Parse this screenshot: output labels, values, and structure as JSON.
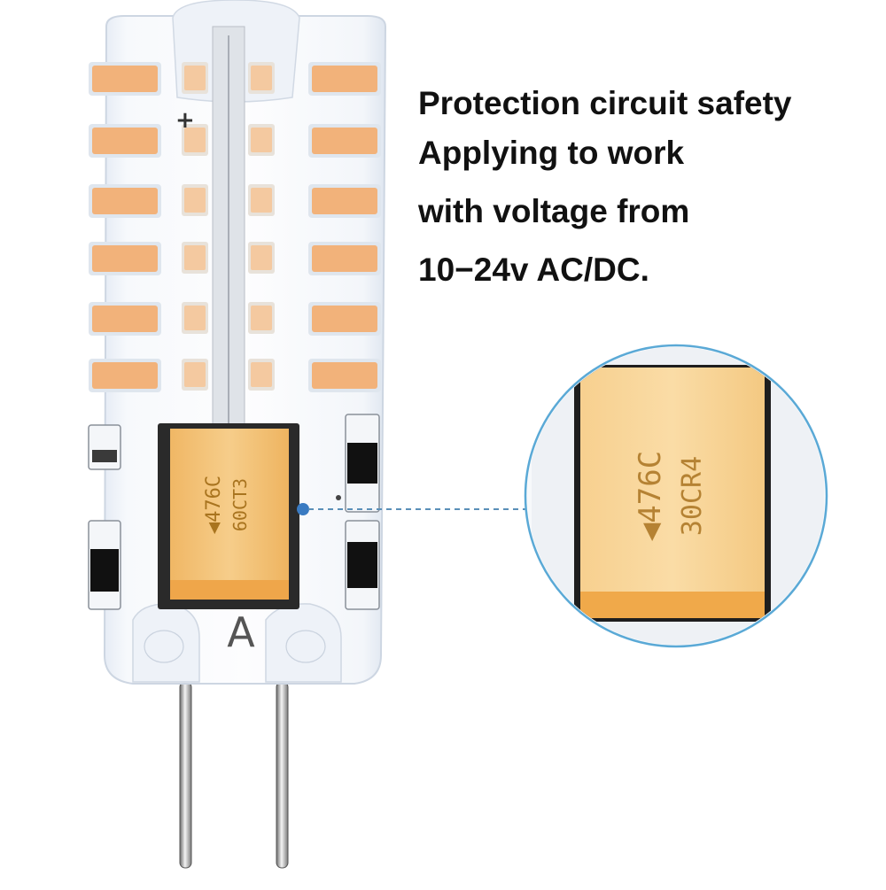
{
  "caption": {
    "lines": [
      "Protection circuit safety",
      "Applying to work",
      "with voltage from",
      "10−24v AC/DC."
    ]
  },
  "bulb": {
    "base_letter": "A",
    "capacitor_marking_line1": "◀476C",
    "capacitor_marking_line2": "60CT3",
    "polarity_mark": "+"
  },
  "zoom": {
    "capacitor_marking_line1": "◀476C",
    "capacitor_marking_line2": "30CR4"
  },
  "colors": {
    "led_chip": "#f2b27a",
    "capacitor_body": "#f3c57e",
    "capacitor_band": "#f0a94a",
    "zoom_ring": "#5aa9d6",
    "leader_line": "#5a8fb8",
    "text": "#111111"
  }
}
